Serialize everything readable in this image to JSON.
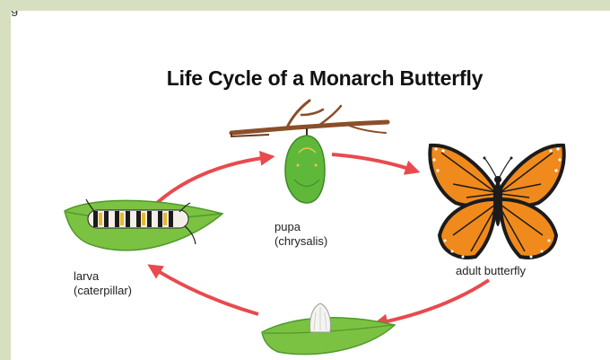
{
  "top_caption": "g",
  "title": "Life Cycle of a Monarch Butterfly",
  "stages": {
    "pupa": {
      "line1": "pupa",
      "line2": "(chrysalis)"
    },
    "adult": {
      "line1": "adult butterfly"
    },
    "larva": {
      "line1": "larva",
      "line2": "(caterpillar)"
    }
  },
  "colors": {
    "page_border": "#d6dfc0",
    "arrow": "#e84a4f",
    "leaf": "#7cc242",
    "leaf_dark": "#4e9a2c",
    "chrysalis": "#5fb83a",
    "branch": "#8a4f2a",
    "wing_orange": "#f08a1c",
    "wing_black": "#1b1b1b"
  }
}
